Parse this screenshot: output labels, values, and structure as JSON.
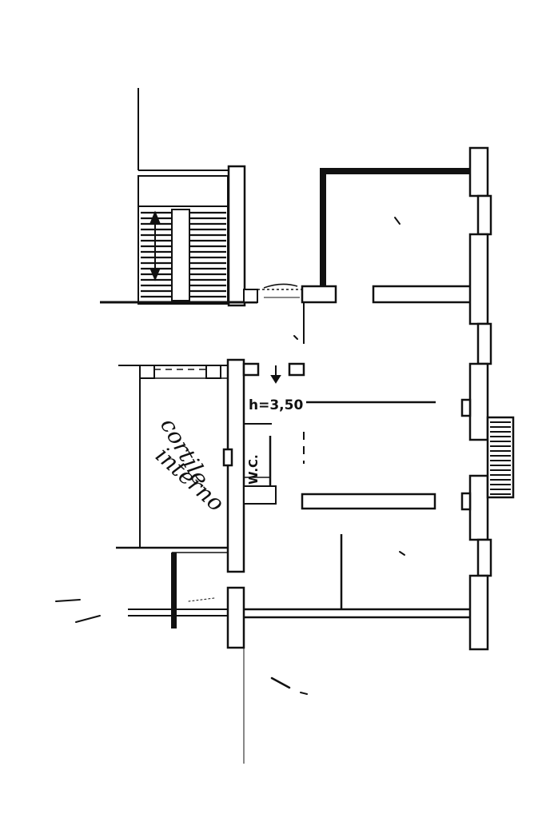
{
  "plan": {
    "courtyard_label_line1": "cortile",
    "courtyard_label_line2": "interno",
    "ceiling_height_note": "h=3,50",
    "wc_label": "W.C.",
    "ink_color": "#111111",
    "paper_color": "#ffffff"
  }
}
